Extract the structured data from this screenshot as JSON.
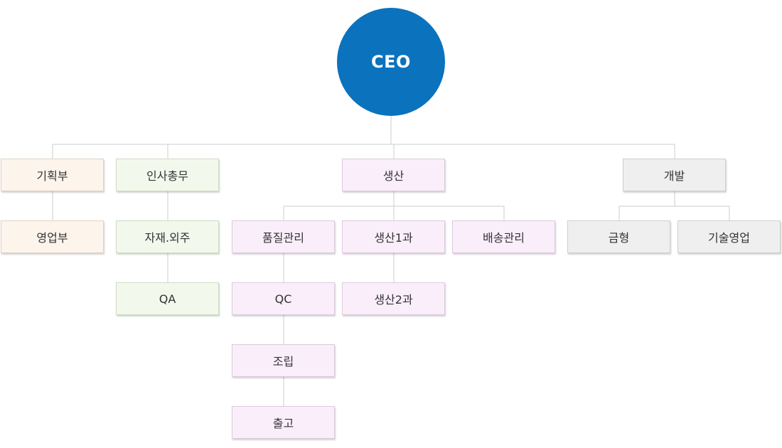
{
  "org_chart": {
    "root": {
      "label": "CEO",
      "color": "#0b72bd"
    },
    "departments": {
      "planning": {
        "label": "기획부"
      },
      "sales": {
        "label": "영업부"
      },
      "hr": {
        "label": "인사총무"
      },
      "material": {
        "label": "자재.외주"
      },
      "qa": {
        "label": "QA"
      },
      "production": {
        "label": "생산"
      },
      "quality": {
        "label": "품질관리"
      },
      "qc": {
        "label": "QC"
      },
      "assembly": {
        "label": "조립"
      },
      "shipping": {
        "label": "출고"
      },
      "prod1": {
        "label": "생산1과"
      },
      "prod2": {
        "label": "생산2과"
      },
      "delivery": {
        "label": "배송관리"
      },
      "dev": {
        "label": "개발"
      },
      "mold": {
        "label": "금형"
      },
      "techsales": {
        "label": "기술영업"
      }
    },
    "relations": [
      [
        "root",
        "planning"
      ],
      [
        "root",
        "hr"
      ],
      [
        "root",
        "production"
      ],
      [
        "root",
        "dev"
      ],
      [
        "planning",
        "sales"
      ],
      [
        "hr",
        "material"
      ],
      [
        "material",
        "qa"
      ],
      [
        "production",
        "quality"
      ],
      [
        "production",
        "prod1"
      ],
      [
        "production",
        "delivery"
      ],
      [
        "quality",
        "qc"
      ],
      [
        "qc",
        "assembly"
      ],
      [
        "assembly",
        "shipping"
      ],
      [
        "prod1",
        "prod2"
      ],
      [
        "dev",
        "mold"
      ],
      [
        "dev",
        "techsales"
      ]
    ],
    "colors": {
      "connector": "#cccccc",
      "planning_group": "#fdf4ec",
      "hr_group": "#f2f9ec",
      "production_group": "#fbeefb",
      "dev_group": "#efefef"
    }
  }
}
